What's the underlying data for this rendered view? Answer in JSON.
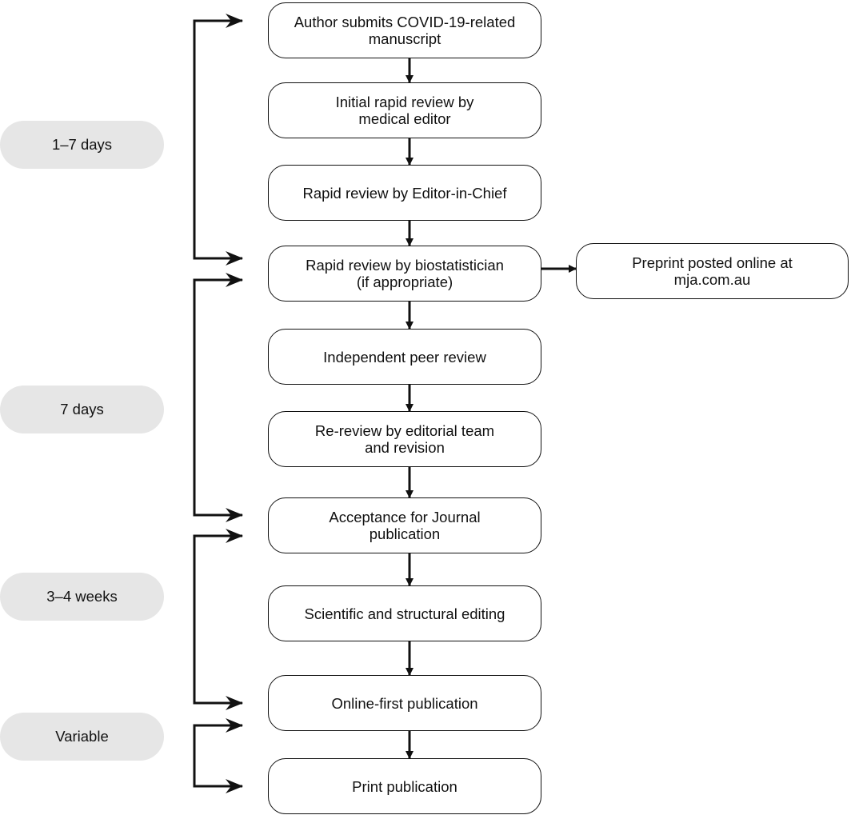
{
  "steps": [
    {
      "id": "submit",
      "text": "Author submits COVID-19-related\nmanuscript"
    },
    {
      "id": "initial",
      "text": "Initial rapid review by\nmedical editor"
    },
    {
      "id": "eic",
      "text": "Rapid review by Editor-in-Chief"
    },
    {
      "id": "biostat",
      "text": "Rapid review by biostatistician\n(if appropriate)"
    },
    {
      "id": "peer",
      "text": "Independent peer review"
    },
    {
      "id": "rereview",
      "text": "Re-review by editorial team\nand revision"
    },
    {
      "id": "accept",
      "text": "Acceptance for Journal\npublication"
    },
    {
      "id": "editing",
      "text": "Scientific and structural editing"
    },
    {
      "id": "online",
      "text": "Online-first publication"
    },
    {
      "id": "print",
      "text": "Print publication"
    }
  ],
  "side_box": {
    "id": "preprint",
    "text": "Preprint posted online at\nmja.com.au"
  },
  "durations": [
    {
      "label": "1–7 days"
    },
    {
      "label": "7 days"
    },
    {
      "label": "3–4 weeks"
    },
    {
      "label": "Variable"
    }
  ]
}
